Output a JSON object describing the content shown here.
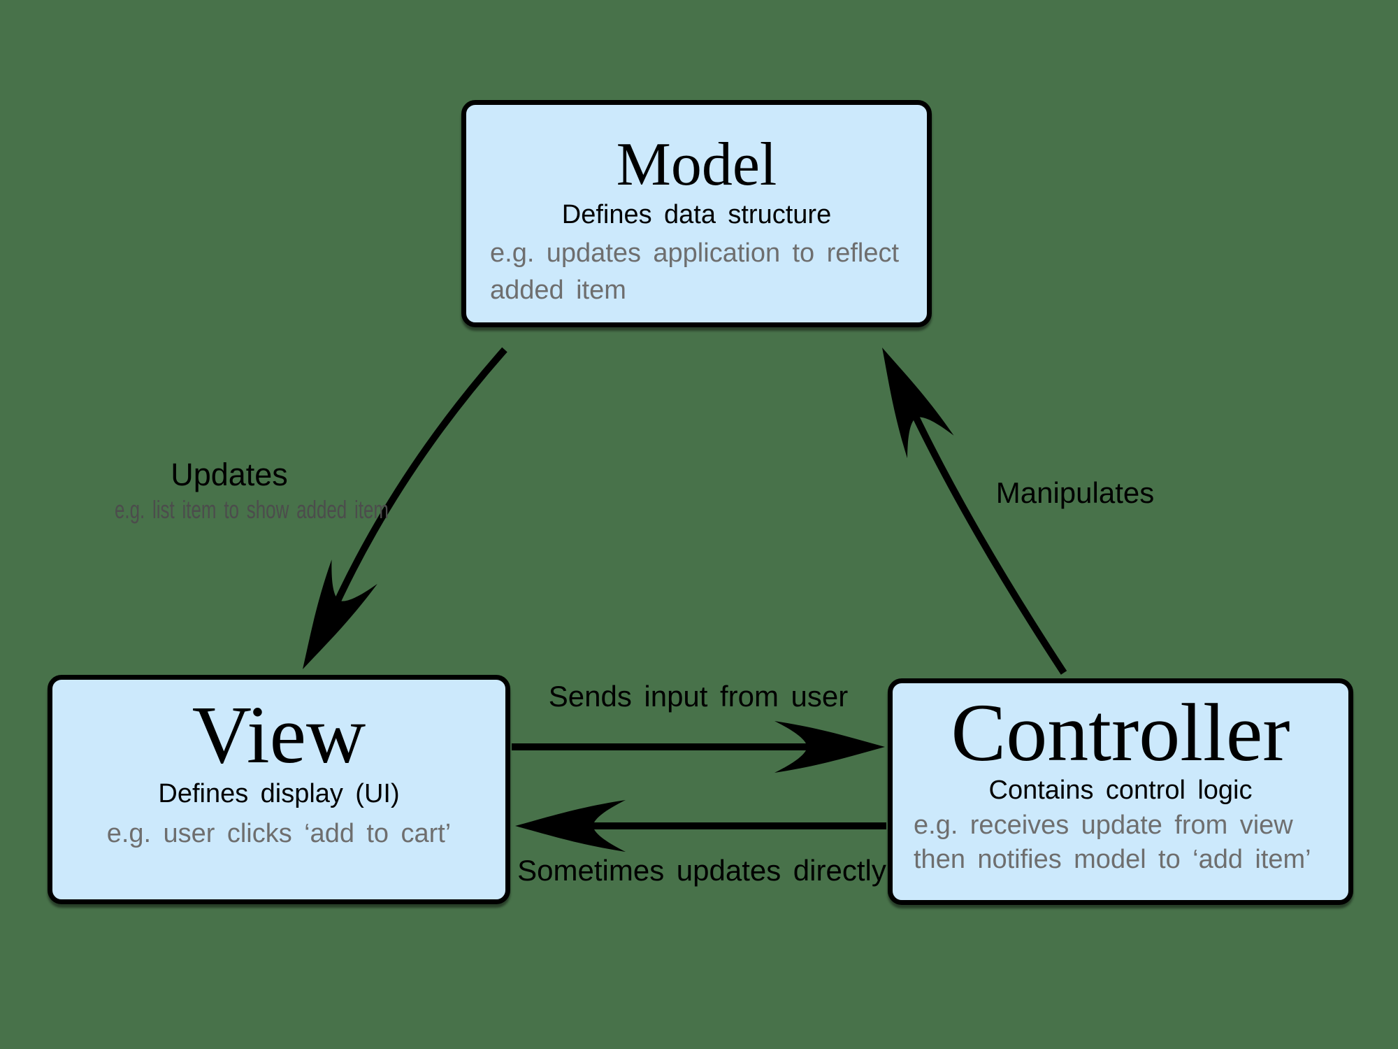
{
  "colors": {
    "background": "#48724a",
    "box_fill": "#cce9fc",
    "box_border": "#000000",
    "text_primary": "#000000",
    "text_example": "#6e6e6e",
    "text_edge_sublabel": "#4c4c4c"
  },
  "boxes": {
    "model": {
      "title": "Model",
      "subtitle": "Defines data structure",
      "example_line1": "e.g. updates application to reflect",
      "example_line2": "added item"
    },
    "view": {
      "title": "View",
      "subtitle": "Defines display (UI)",
      "example_line1": "e.g. user clicks ‘add to cart’"
    },
    "controller": {
      "title": "Controller",
      "subtitle": "Contains control logic",
      "example_line1": "e.g. receives update from view",
      "example_line2": "then notifies model to ‘add item’"
    }
  },
  "arrows": {
    "updates": {
      "label": "Updates",
      "sublabel": "e.g. list item to show added item",
      "from": "Model",
      "to": "View"
    },
    "manipulates": {
      "label": "Manipulates",
      "from": "Controller",
      "to": "Model"
    },
    "sends_input": {
      "label": "Sends input from user",
      "from": "View",
      "to": "Controller"
    },
    "sometimes_updates": {
      "label": "Sometimes updates directly",
      "from": "Controller",
      "to": "View"
    }
  }
}
